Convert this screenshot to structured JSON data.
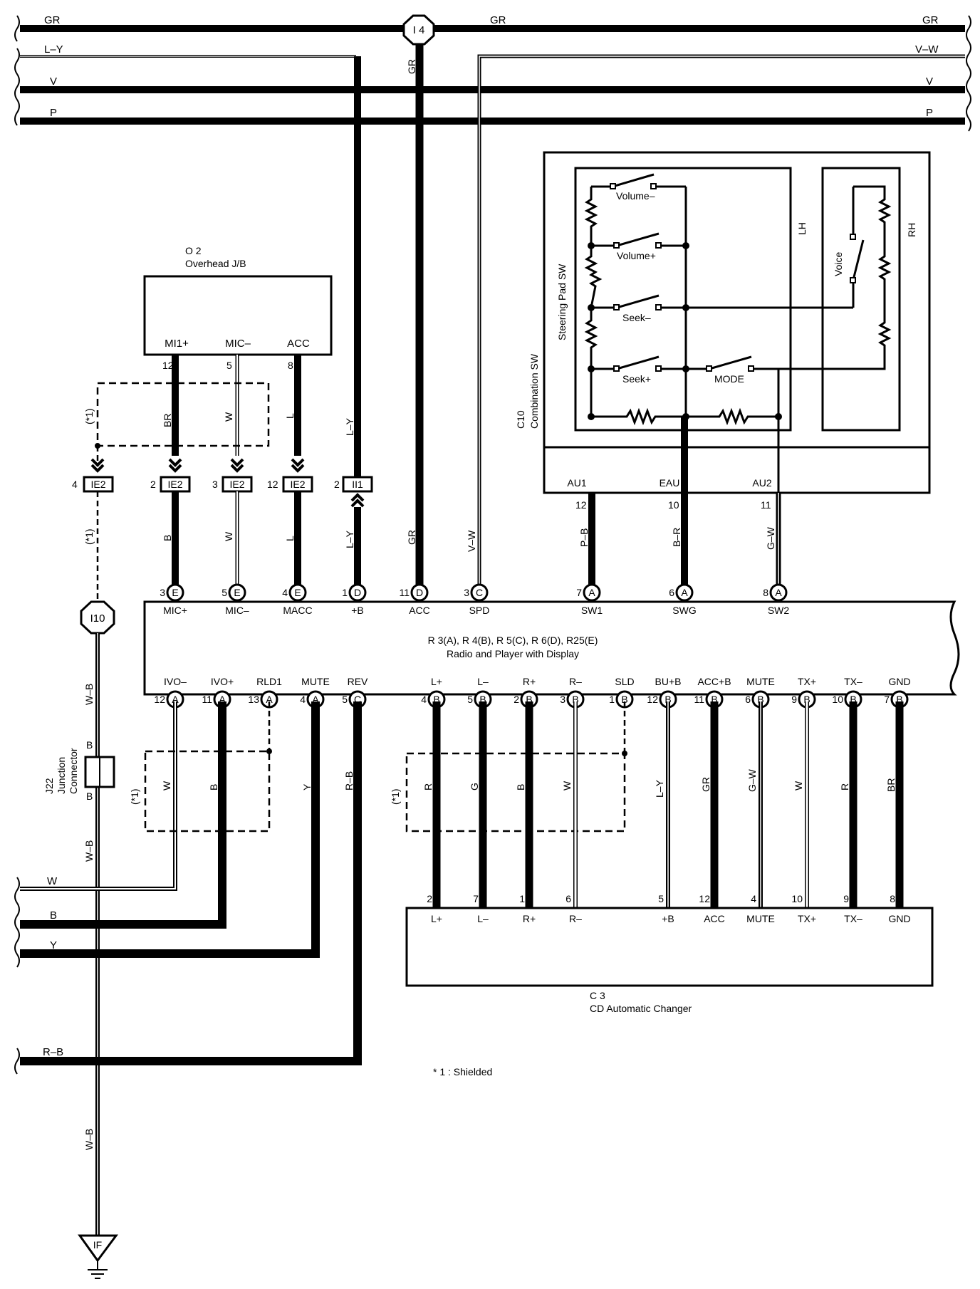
{
  "bus": {
    "gr": "GR",
    "ly": "L–Y",
    "v": "V",
    "p": "P",
    "vw": "V–W",
    "i4": "I 4",
    "gr_vert": "GR"
  },
  "overhead": {
    "id": "O 2",
    "name": "Overhead J/B",
    "pins": [
      {
        "name": "MI1+",
        "num": "12",
        "wire": "BR"
      },
      {
        "name": "MIC–",
        "num": "5",
        "wire": "W"
      },
      {
        "name": "ACC",
        "num": "8",
        "wire": "L"
      }
    ]
  },
  "ly_wire": "L–Y",
  "shielded_mark": "(*1)",
  "connectors": [
    {
      "num": "4",
      "id": "IE2"
    },
    {
      "num": "2",
      "id": "IE2"
    },
    {
      "num": "3",
      "id": "IE2"
    },
    {
      "num": "12",
      "id": "IE2"
    },
    {
      "num": "2",
      "id": "II1"
    }
  ],
  "lower_wires": [
    "B",
    "W",
    "L",
    "L–Y",
    "GR",
    "V–W"
  ],
  "combination": {
    "id": "C10",
    "name": "Combination SW",
    "steering": "Steering Pad SW",
    "lh": "LH",
    "rh": "RH",
    "switches": [
      "Volume–",
      "Volume+",
      "Seek–",
      "Seek+",
      "MODE",
      "Voice"
    ],
    "pins": [
      {
        "name": "AU1",
        "num": "12",
        "wire": "P–B"
      },
      {
        "name": "EAU",
        "num": "10",
        "wire": "B–R"
      },
      {
        "name": "AU2",
        "num": "11",
        "wire": "G–W"
      }
    ]
  },
  "radio": {
    "title1": "R 3(A), R 4(B), R 5(C), R 6(D), R25(E)",
    "title2": "Radio and Player with Display",
    "top_pins": [
      {
        "num": "3",
        "c": "E",
        "name": "MIC+"
      },
      {
        "num": "5",
        "c": "E",
        "name": "MIC–"
      },
      {
        "num": "4",
        "c": "E",
        "name": "MACC"
      },
      {
        "num": "1",
        "c": "D",
        "name": "+B"
      },
      {
        "num": "11",
        "c": "D",
        "name": "ACC"
      },
      {
        "num": "3",
        "c": "C",
        "name": "SPD"
      },
      {
        "num": "7",
        "c": "A",
        "name": "SW1"
      },
      {
        "num": "6",
        "c": "A",
        "name": "SWG"
      },
      {
        "num": "8",
        "c": "A",
        "name": "SW2"
      }
    ],
    "bottom_pins": [
      {
        "num": "12",
        "c": "A",
        "name": "IVO–",
        "wire": "W"
      },
      {
        "num": "11",
        "c": "A",
        "name": "IVO+",
        "wire": "B"
      },
      {
        "num": "13",
        "c": "A",
        "name": "RLD1",
        "wire": ""
      },
      {
        "num": "4",
        "c": "A",
        "name": "MUTE",
        "wire": "Y"
      },
      {
        "num": "5",
        "c": "C",
        "name": "REV",
        "wire": "R–B"
      },
      {
        "num": "4",
        "c": "B",
        "name": "L+",
        "wire": "R"
      },
      {
        "num": "5",
        "c": "B",
        "name": "L–",
        "wire": "G"
      },
      {
        "num": "2",
        "c": "B",
        "name": "R+",
        "wire": "B"
      },
      {
        "num": "3",
        "c": "B",
        "name": "R–",
        "wire": "W"
      },
      {
        "num": "1",
        "c": "B",
        "name": "SLD",
        "wire": ""
      },
      {
        "num": "12",
        "c": "B",
        "name": "BU+B",
        "wire": "L–Y"
      },
      {
        "num": "11",
        "c": "B",
        "name": "ACC+B",
        "wire": "GR"
      },
      {
        "num": "6",
        "c": "B",
        "name": "MUTE",
        "wire": "G–W"
      },
      {
        "num": "9",
        "c": "B",
        "name": "TX+",
        "wire": "W"
      },
      {
        "num": "10",
        "c": "B",
        "name": "TX–",
        "wire": "R"
      },
      {
        "num": "7",
        "c": "B",
        "name": "GND",
        "wire": "BR"
      }
    ]
  },
  "i10": "I10",
  "junction": {
    "id": "J22",
    "name1": "Junction",
    "name2": "Connector",
    "wire_top": "W–B",
    "wire_mid": "W–B",
    "wire_bot": "W–B",
    "b1": "B",
    "b2": "B"
  },
  "left_bus": {
    "w": "W",
    "b": "B",
    "y": "Y",
    "rb": "R–B"
  },
  "changer": {
    "id": "C 3",
    "name": "CD Automatic Changer",
    "pins": [
      {
        "num": "2",
        "name": "L+"
      },
      {
        "num": "7",
        "name": "L–"
      },
      {
        "num": "1",
        "name": "R+"
      },
      {
        "num": "6",
        "name": "R–"
      },
      {
        "num": "5",
        "name": "+B"
      },
      {
        "num": "12",
        "name": "ACC"
      },
      {
        "num": "4",
        "name": "MUTE"
      },
      {
        "num": "10",
        "name": "TX+"
      },
      {
        "num": "9",
        "name": "TX–"
      },
      {
        "num": "8",
        "name": "GND"
      }
    ]
  },
  "ground": "IF",
  "note": "* 1 : Shielded"
}
